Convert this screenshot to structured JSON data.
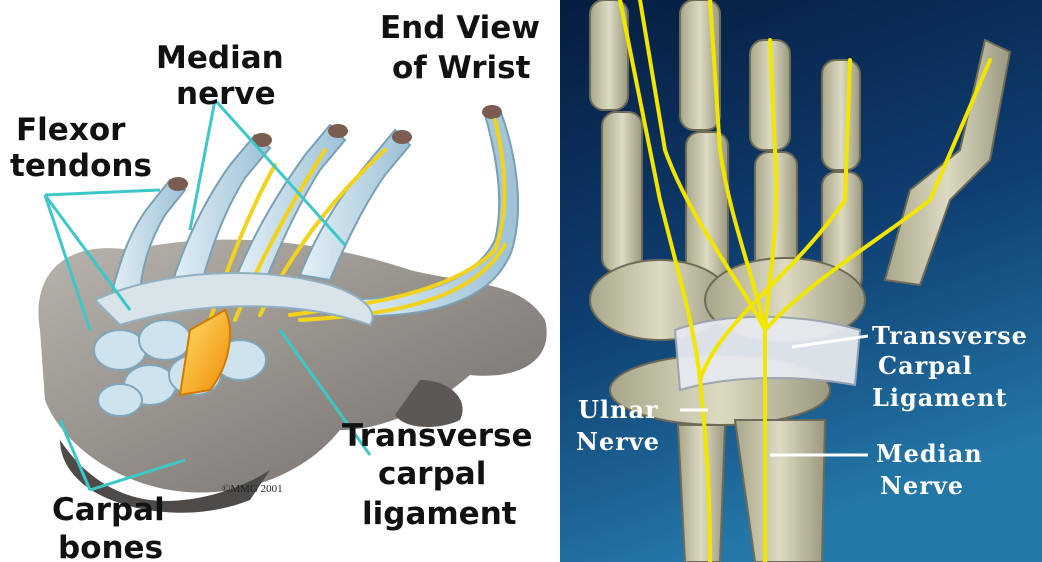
{
  "left_figure": {
    "labels": {
      "end_view_line1": "End View",
      "end_view_line2": "of Wrist",
      "median_line1": "Median",
      "median_line2": "nerve",
      "flexor_line1": "Flexor",
      "flexor_line2": "tendons",
      "transverse_line1": "Transverse",
      "transverse_line2": "carpal",
      "transverse_line3": "ligament",
      "carpal_line1": "Carpal",
      "carpal_line2": "bones"
    },
    "copyright": "©MMG 2001",
    "colors": {
      "leader": "#3cc8c8",
      "nerve": "#f2d21a",
      "median_core": "#f5a000",
      "tendon": "#b9d7e6",
      "bone": "#8e8a86"
    }
  },
  "right_figure": {
    "labels": {
      "transverse_line1": "Transverse",
      "transverse_line2": "Carpal",
      "transverse_line3": "Ligament",
      "ulnar_line1": "Ulnar",
      "ulnar_line2": "Nerve",
      "median_line1": "Median",
      "median_line2": "Nerve"
    },
    "colors": {
      "background_top": "#0a2a55",
      "background_bottom": "#1e6a9a",
      "bone": "#c9c6a8",
      "nerve": "#f2e600",
      "ligament": "#e6e9ef",
      "leader": "#ffffff"
    }
  }
}
